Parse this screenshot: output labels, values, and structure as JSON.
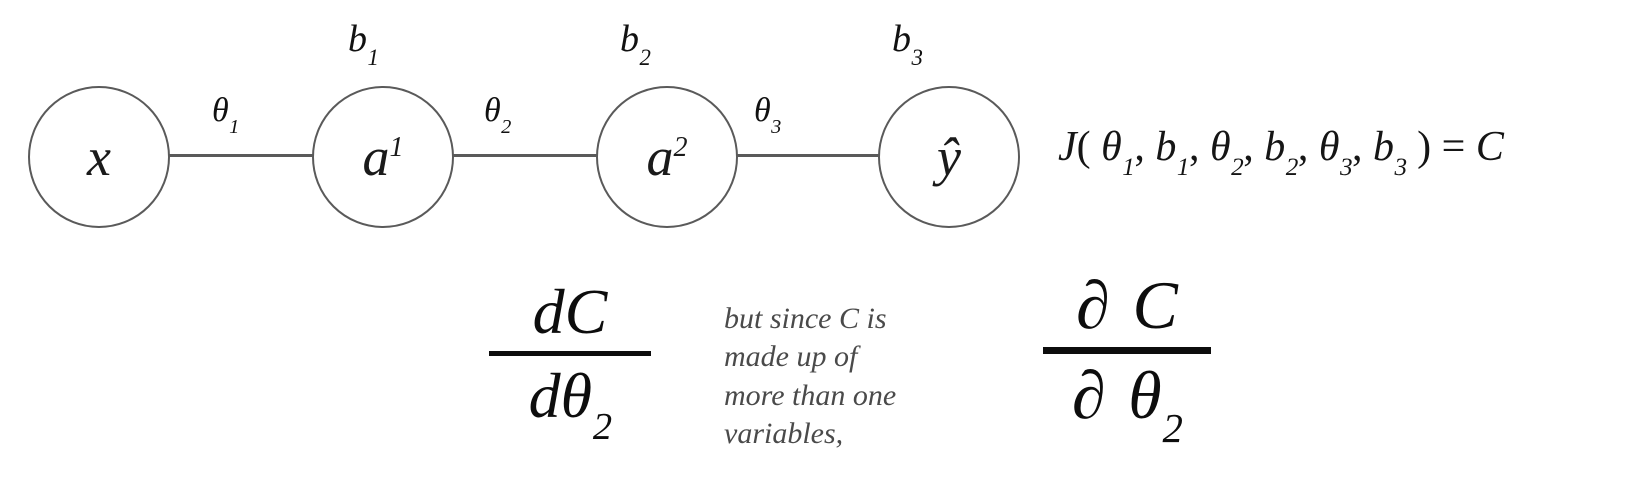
{
  "diagram": {
    "title": "neural network chain with cost function and derivative notation",
    "nodes": [
      {
        "id": "input",
        "label": "x",
        "superscript": ""
      },
      {
        "id": "a1",
        "label": "a",
        "superscript": "1"
      },
      {
        "id": "a2",
        "label": "a",
        "superscript": "2"
      },
      {
        "id": "yhat",
        "label": "ŷ",
        "superscript": ""
      }
    ],
    "edges": [
      {
        "id": "edge-1",
        "label": "θ",
        "subscript": "1"
      },
      {
        "id": "edge-2",
        "label": "θ",
        "subscript": "2"
      },
      {
        "id": "edge-3",
        "label": "θ",
        "subscript": "3"
      }
    ],
    "biases": [
      {
        "id": "bias-1",
        "label": "b",
        "subscript": "1"
      },
      {
        "id": "bias-2",
        "label": "b",
        "subscript": "2"
      },
      {
        "id": "bias-3",
        "label": "b",
        "subscript": "3"
      }
    ]
  },
  "cost_equation": {
    "function_name": "J",
    "open_paren": "(",
    "arguments": [
      {
        "symbol": "θ",
        "subscript": "1",
        "separator": ","
      },
      {
        "symbol": "b",
        "subscript": "1",
        "separator": ","
      },
      {
        "symbol": "θ",
        "subscript": "2",
        "separator": ","
      },
      {
        "symbol": "b",
        "subscript": "2",
        "separator": ","
      },
      {
        "symbol": "θ",
        "subscript": "3",
        "separator": ","
      },
      {
        "symbol": "b",
        "subscript": "3",
        "separator": ""
      }
    ],
    "close_paren": ")",
    "equals": "=",
    "result": "C"
  },
  "total_derivative": {
    "numerator_operator": "d",
    "numerator_variable": "C",
    "denominator_operator": "d",
    "denominator_variable": "θ",
    "denominator_subscript": "2"
  },
  "partial_derivative": {
    "numerator_operator": "∂",
    "numerator_variable": "C",
    "denominator_operator": "∂",
    "denominator_variable": "θ",
    "denominator_subscript": "2"
  },
  "note": {
    "text": "but since C is\nmade up of\nmore than one\nvariables,"
  },
  "colors": {
    "background": "#ffffff",
    "node_stroke": "#5a5a5a",
    "edge_stroke": "#5a5a5a",
    "text": "#111111",
    "note_text": "#4a4a4a",
    "fraction_bar": "#0d0d0d"
  }
}
